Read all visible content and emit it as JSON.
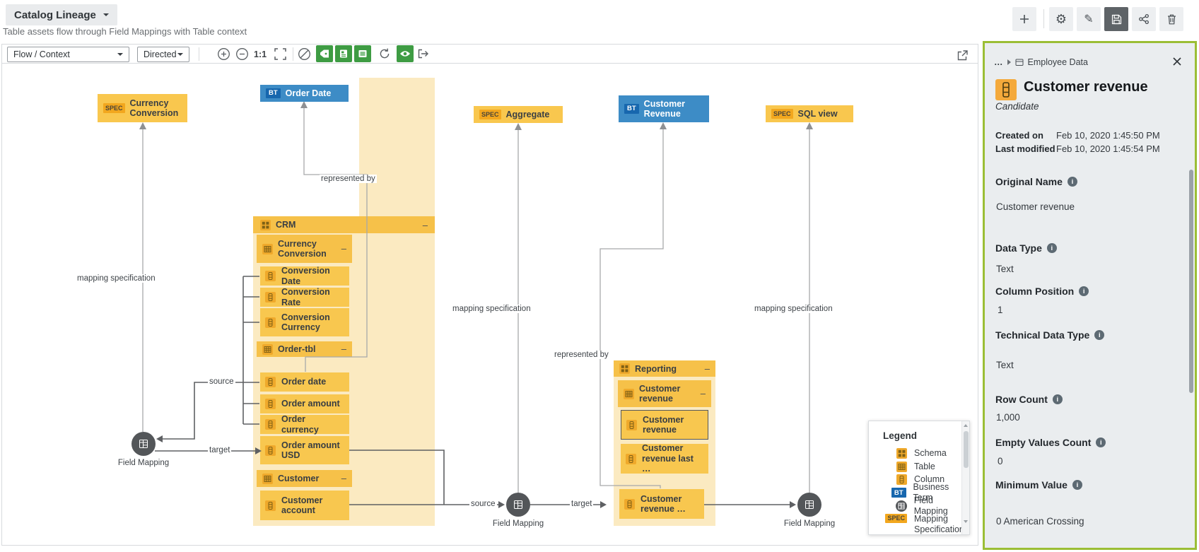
{
  "header": {
    "title": "Catalog Lineage",
    "subtitle": "Table assets flow through Field Mappings with Table context"
  },
  "top_actions": {
    "add": "plus-icon",
    "settings": "gear-icon",
    "edit": "pencil-icon",
    "save": "save-icon",
    "share": "share-icon",
    "delete": "trash-icon"
  },
  "toolbar": {
    "view_mode": "Flow / Context",
    "direction": "Directed",
    "zoom_level": "1:1",
    "icons": [
      "zoom-in-icon",
      "zoom-out-icon",
      "zoom-reset-label",
      "fit-screen-icon",
      "disable-icon",
      "tag-view-icon",
      "document-view-icon",
      "list-view-icon",
      "refresh-icon",
      "visibility-icon",
      "export-icon",
      "external-link-icon"
    ]
  },
  "colors": {
    "asset_orange": "#F9C74E",
    "badge_orange": "#F2A71E",
    "business_term_blue": "#3D8CC6",
    "toolbar_green": "#3E9C43",
    "panel_border_green": "#9BBE35"
  },
  "canvas": {
    "collapse_glyph": "–",
    "field_mapping_label": "Field Mapping",
    "edge_labels": {
      "mapping_specification": "mapping specification",
      "represented_by": "represented by",
      "source": "source",
      "target": "target"
    },
    "nodes": {
      "currency_conversion": {
        "badge": "SPEC",
        "label": "Currency Conversion"
      },
      "order_date": {
        "badge": "BT",
        "label": "Order Date"
      },
      "aggregate": {
        "badge": "SPEC",
        "label": "Aggregate"
      },
      "customer_revenue": {
        "badge": "BT",
        "label": "Customer Revenue"
      },
      "sql_view": {
        "badge": "SPEC",
        "label": "SQL view"
      }
    },
    "crm": {
      "name": "CRM",
      "tables": [
        {
          "name": "Currency Conversion",
          "columns": [
            "Conversion Date",
            "Conversion Rate",
            "Conversion Currency"
          ]
        },
        {
          "name": "Order-tbl",
          "columns": [
            "Order date",
            "Order amount",
            "Order currency",
            "Order amount USD"
          ]
        },
        {
          "name": "Customer",
          "columns": [
            "Customer account"
          ]
        }
      ]
    },
    "reporting": {
      "name": "Reporting",
      "tables": [
        {
          "name": "Customer revenue",
          "columns": [
            "Customer revenue",
            "Customer revenue last …",
            "Customer revenue …"
          ]
        }
      ]
    }
  },
  "legend": {
    "title": "Legend",
    "badges": {
      "bt": "BT",
      "spec": "SPEC"
    },
    "items": [
      {
        "icon": "schema-icon",
        "label": "Schema"
      },
      {
        "icon": "table-icon",
        "label": "Table"
      },
      {
        "icon": "column-icon",
        "label": "Column"
      },
      {
        "icon": "business-term-icon",
        "label": "Business Term"
      },
      {
        "icon": "field-mapping-icon",
        "label": "Field Mapping"
      },
      {
        "icon": "mapping-specification-icon",
        "label": "Mapping Specification"
      }
    ]
  },
  "panel": {
    "breadcrumb": {
      "ellipsis": "…",
      "asset": "Employee Data"
    },
    "title": "Customer revenue",
    "status": "Candidate",
    "meta": [
      {
        "label": "Created on",
        "value": "Feb 10, 2020 1:45:50 PM"
      },
      {
        "label": "Last modified",
        "value": "Feb 10, 2020 1:45:54 PM"
      }
    ],
    "fields": [
      {
        "label": "Original Name",
        "value": "Customer revenue"
      },
      {
        "label": "Data Type",
        "value": "Text"
      },
      {
        "label": "Column Position",
        "value": "1"
      },
      {
        "label": "Technical Data Type",
        "value": "Text"
      },
      {
        "label": "Row Count",
        "value": "1,000"
      },
      {
        "label": "Empty Values Count",
        "value": "0"
      },
      {
        "label": "Minimum Value",
        "value": "0 American Crossing"
      }
    ]
  }
}
